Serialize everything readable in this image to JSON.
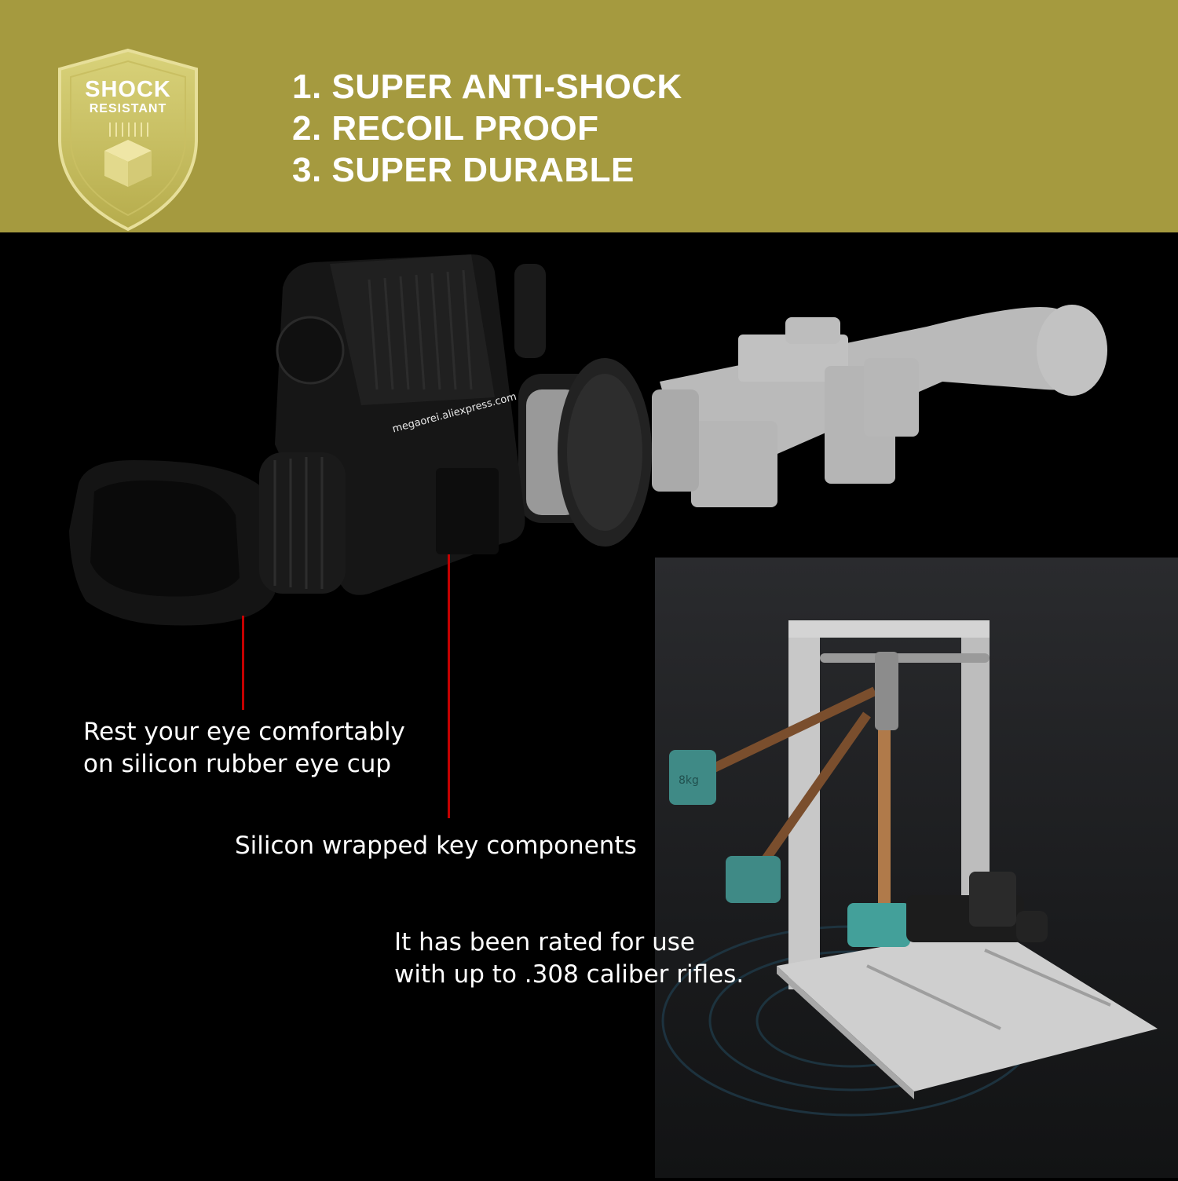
{
  "header": {
    "badge": {
      "line1": "SHOCK",
      "line2": "RESISTANT"
    },
    "features": [
      "1. SUPER ANTI-SHOCK",
      "2. RECOIL PROOF",
      "3. SUPER DURABLE"
    ]
  },
  "product": {
    "watermark": "megaorei.aliexpress.com"
  },
  "captions": {
    "eyecup_line1": "Rest your eye comfortably",
    "eyecup_line2": "on silicon rubber eye cup",
    "silicon": "Silicon wrapped key components",
    "rated_line1": "It has been rated for use",
    "rated_line2": "with up to .308 caliber rifles."
  },
  "test_rig": {
    "hammer_label": "8kg"
  },
  "colors": {
    "header_bg": "#a59a3f",
    "accent_line": "#c40000",
    "background": "#000000"
  }
}
